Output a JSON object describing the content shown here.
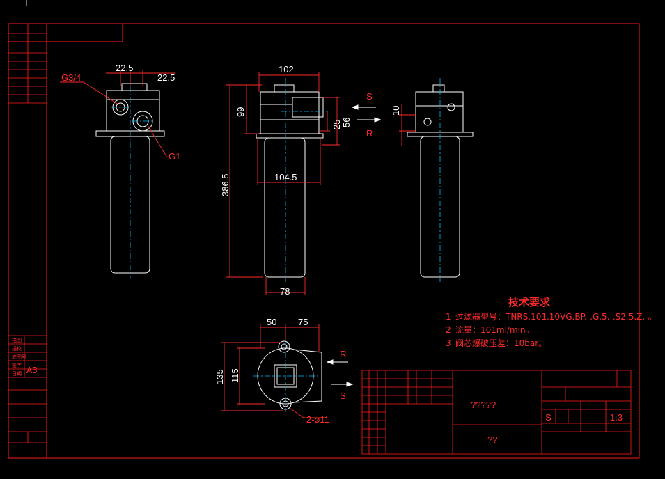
{
  "colors": {
    "background": "#000000",
    "frame": "#ff0000",
    "outline": "#ffffff",
    "centerline": "#00c0ff",
    "dimension": "#ff2a2a"
  },
  "side_view": {
    "port_in": "G3/4",
    "port_out": "G1",
    "dim_a": "22.5",
    "dim_b": "22.5"
  },
  "front_view": {
    "width_top": "102",
    "width_flange": "104.5",
    "height_total": "386.5",
    "height_head": "99",
    "dim_56": "56",
    "dim_25": "25",
    "width_body": "78"
  },
  "flow_labels": {
    "supply": "S",
    "return": "R"
  },
  "right_view": {
    "dim_10": "10"
  },
  "top_view": {
    "dim_50": "50",
    "dim_75": "75",
    "dim_135": "135",
    "dim_115": "115",
    "holes": "2-⌀11",
    "arrow_r": "R",
    "arrow_s": "S"
  },
  "requirements": {
    "title": "技术要求",
    "items": [
      {
        "num": "1",
        "text": "过滤器型号：TNRS.101.10VG.BP.-.G.5.-.S2.5.Z.-。"
      },
      {
        "num": "2",
        "text": "流量：101ml/min。"
      },
      {
        "num": "3",
        "text": "阀芯爆破压差：10bar。"
      }
    ]
  },
  "title_block": {
    "drawing_name": "?????",
    "company": "??",
    "stage": "S",
    "scale": "1:3",
    "sheet": "A3"
  },
  "left_strip": {
    "rows": [
      "描图",
      "描校",
      "底图号",
      "签字",
      "日期"
    ]
  }
}
